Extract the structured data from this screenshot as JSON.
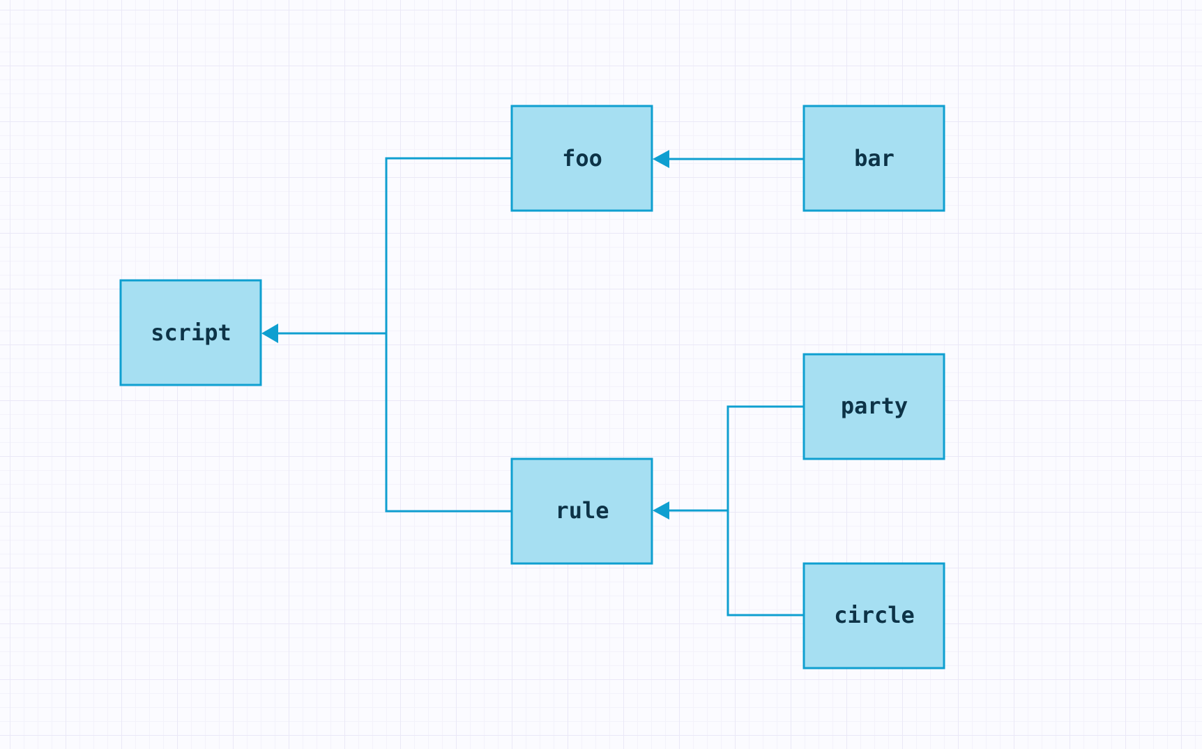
{
  "diagram": {
    "colors": {
      "node_fill": "#a6dff2",
      "node_border": "#0f9fd0",
      "edge": "#0f9fd0",
      "label": "#0d3347",
      "grid": "#eae8f7"
    },
    "nodes": [
      {
        "id": "script",
        "label": "script"
      },
      {
        "id": "foo",
        "label": "foo"
      },
      {
        "id": "rule",
        "label": "rule"
      },
      {
        "id": "bar",
        "label": "bar"
      },
      {
        "id": "party",
        "label": "party"
      },
      {
        "id": "circle",
        "label": "circle"
      }
    ],
    "edges": [
      {
        "from": "foo",
        "to": "script"
      },
      {
        "from": "rule",
        "to": "script"
      },
      {
        "from": "bar",
        "to": "foo"
      },
      {
        "from": "party",
        "to": "rule"
      },
      {
        "from": "circle",
        "to": "rule"
      }
    ]
  }
}
